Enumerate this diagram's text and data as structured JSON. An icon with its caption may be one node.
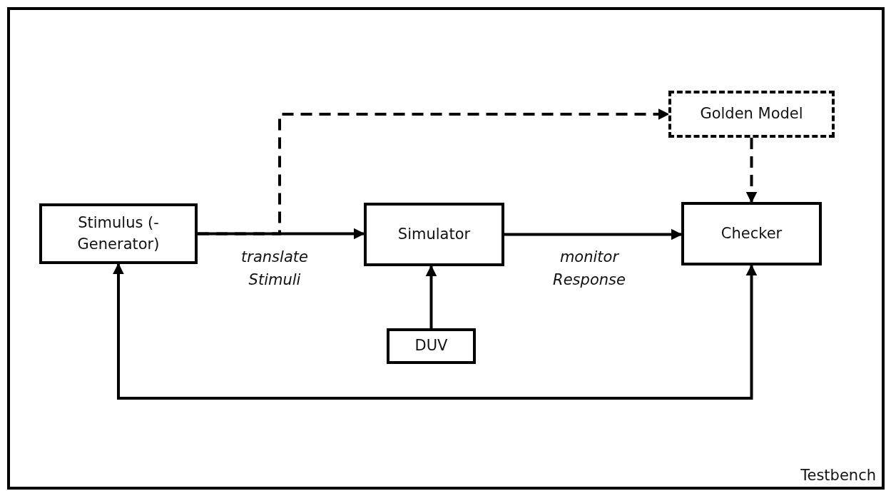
{
  "diagram": {
    "nodes": [
      {
        "text": [
          "Testbench"
        ]
      },
      {
        "text": [
          "Stimulus (-Generator)"
        ],
        "in": 0
      },
      {
        "text": [
          "Simulator"
        ],
        "in": 0
      },
      {
        "text": [
          "Checker"
        ],
        "in": 0
      },
      {
        "text": [
          "Golden Model"
        ],
        "in": 0
      },
      {
        "text": [
          "DUV"
        ],
        "in": 0
      }
    ],
    "edges": [
      {
        "from": 1,
        "to": 2,
        "arrow": "to",
        "label": "translate Stimuli"
      },
      {
        "from": 1,
        "to": 4,
        "arrow": "to",
        "style": "dashed"
      },
      {
        "from": 4,
        "to": 3,
        "arrow": "to",
        "style": "dashed"
      },
      {
        "from": 2,
        "to": 3,
        "arrow": "to",
        "label": "monitor Response"
      },
      {
        "from": 5,
        "to": 2,
        "arrow": "to"
      },
      {
        "from": 3,
        "to": 1,
        "arrow": "both"
      }
    ]
  }
}
